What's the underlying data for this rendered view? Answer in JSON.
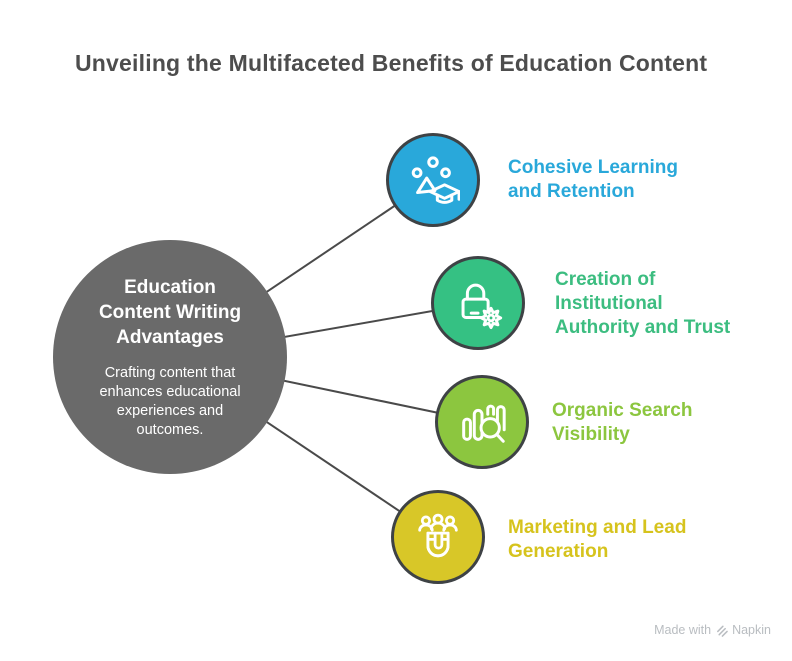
{
  "title": {
    "text": "Unveiling the Multifaceted Benefits of Education Content",
    "color": "#4d4d4d"
  },
  "center_node": {
    "heading": "Education Content Writing Advantages",
    "description": "Crafting content that enhances educational experiences and outcomes.",
    "fill": "#6a6a6a",
    "text_color": "#ffffff"
  },
  "connectors": {
    "color": "#4a4a4a"
  },
  "nodes": [
    {
      "label": "Cohesive Learning and Retention",
      "fill": "#29a8da",
      "label_color": "#29a8da",
      "border": "#3e4245",
      "icon": "people-graduation-cap-icon"
    },
    {
      "label": "Creation of Institutional Authority and Trust",
      "fill": "#35c183",
      "label_color": "#3cbd80",
      "border": "#3e4245",
      "icon": "lock-gear-icon"
    },
    {
      "label": "Organic Search Visibility",
      "fill": "#8cc63f",
      "label_color": "#8cc63f",
      "border": "#3e4245",
      "icon": "bar-chart-magnifier-icon"
    },
    {
      "label": "Marketing and Lead Generation",
      "fill": "#d8c728",
      "label_color": "#d6c31d",
      "border": "#3e4245",
      "icon": "magnet-people-icon"
    }
  ],
  "footer": {
    "prefix": "Made with",
    "brand": "Napkin",
    "logo": "napkin-chevrons-icon",
    "color": "#b9bdc1"
  }
}
